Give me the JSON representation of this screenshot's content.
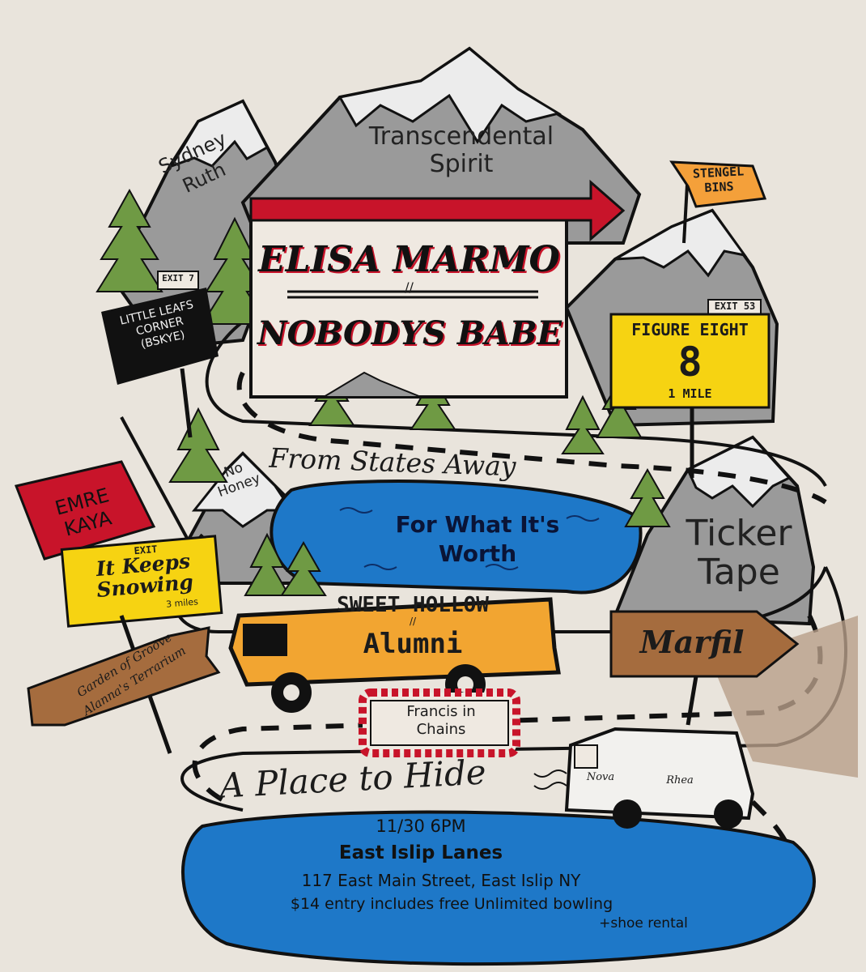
{
  "colors": {
    "background": "#e9e4dc",
    "mountain": "#9a9a9a",
    "water": "#1e78c8",
    "tree": "#6f9a44",
    "bus": "#f2a531",
    "sign_red": "#c8142a",
    "sign_yellow": "#f6d312",
    "sign_brown": "#a56c3e",
    "flag_orange": "#f4a03a",
    "ink": "#1b1b1b"
  },
  "mountains": {
    "transcendental": "Transcendental\nSpirit",
    "sydney": "Sydney\nRuth",
    "ticker": "Ticker\nTape",
    "no_honey": "No\nHoney"
  },
  "billboard": {
    "line1": "ELISA MARMO",
    "separator": "//",
    "line2": "NOBODYS BABE"
  },
  "flag": {
    "text": "STENGEL\nBINS"
  },
  "exit_signs": {
    "little_leafs": {
      "exit": "EXIT 7",
      "text": "LITTLE LEAFS\nCORNER\n(BSKYE)"
    },
    "figure_eight": {
      "exit": "EXIT 53",
      "title": "FIGURE EIGHT",
      "number": "8",
      "distance": "1 MILE"
    },
    "it_keeps_snowing": {
      "exit": "EXIT",
      "text": "It Keeps\nSnowing",
      "distance": "3 miles"
    }
  },
  "pennant": {
    "text": "EMRE\nKAYA"
  },
  "road_labels": {
    "from_states": "From States Away",
    "place_to_hide": "A Place to Hide"
  },
  "lake_label": "For What It's\nWorth",
  "bus": {
    "line1": "SWEET HOLLOW",
    "separator": "//",
    "line2": "Alumni"
  },
  "arrows": {
    "marfil": "Marfil",
    "garden": "Garden of Groove\nAlanna's Terrarium"
  },
  "marquee": "Francis in\nChains",
  "van": {
    "left": "Nova",
    "right": "Rhea"
  },
  "event": {
    "datetime": "11/30   6PM",
    "venue": "East Islip Lanes",
    "address": "117 East Main Street, East Islip NY",
    "price": "$14 entry includes free Unlimited bowling",
    "extra": "+shoe rental"
  }
}
